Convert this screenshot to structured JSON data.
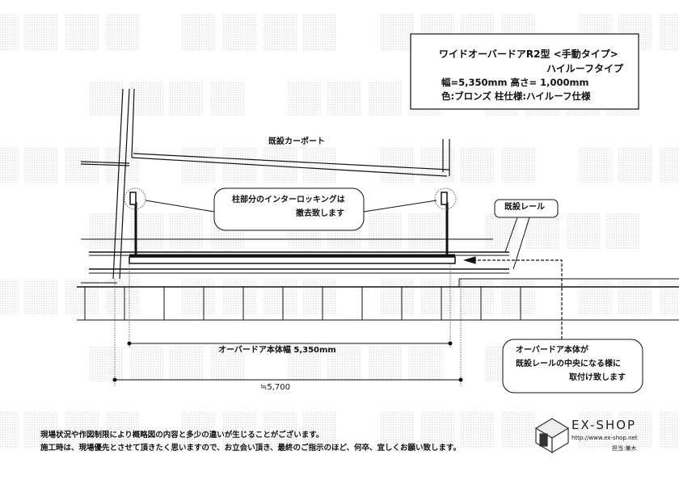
{
  "watermark": "転載禁止",
  "spec_box": {
    "line1": "ワイドオーバードアR2型 <手動タイプ>",
    "line2": "ハイルーフタイプ",
    "line3": "幅=5,350mm  高さ= 1,000mm",
    "line4": "色:ブロンズ  柱仕様:ハイルーフ仕様"
  },
  "labels": {
    "carport": "既設カーポート",
    "interlock_line1": "柱部分のインターロッキングは",
    "interlock_line2": "撤去致します",
    "rail": "既設レール",
    "center_line1": "オーバードア本体が",
    "center_line2": "既設レールの中央になる様に",
    "center_line3": "取付け致します",
    "dim_body": "オーバードア本体幅  5,350mm",
    "dim_total": "≒5,700"
  },
  "notes": {
    "line1": "現場状況や作図制限により概略図の内容と多少の違いが生じることがございます。",
    "line2": "施工時は、現場優先とさせて頂きたく思いますので、お立会い頂き、最終のご指示のほど、何卒、宜しくお願い致します。"
  },
  "logo": {
    "name": "EX-SHOP",
    "url": "http://www.ex-shop.net",
    "staff": "担当:兼木"
  }
}
